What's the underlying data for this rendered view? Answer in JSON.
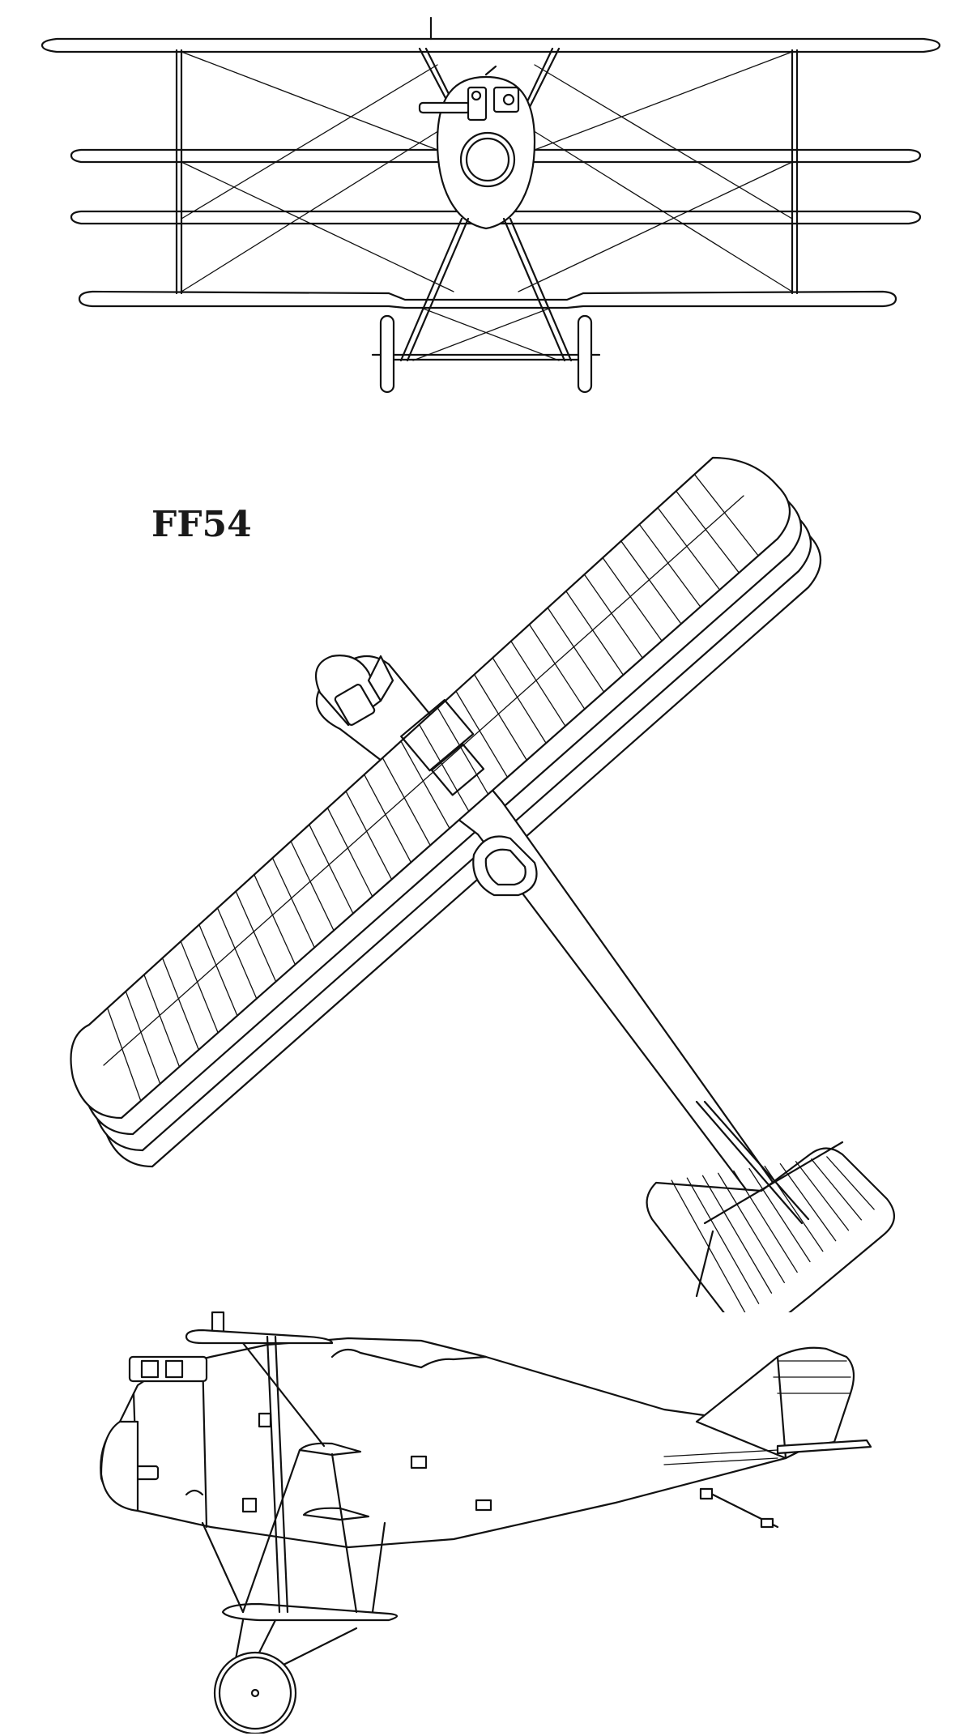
{
  "drawing": {
    "caption": "FF54",
    "views": [
      "front-view",
      "top-view",
      "side-view"
    ]
  }
}
